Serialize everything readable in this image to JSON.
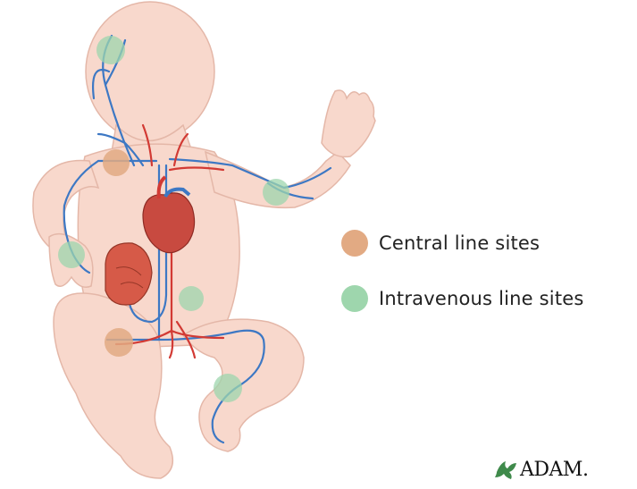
{
  "legend": {
    "items": [
      {
        "label": "Central line sites",
        "color": "#e2aa83"
      },
      {
        "label": "Intravenous line sites",
        "color": "#9ed6ad"
      }
    ]
  },
  "logo": {
    "text": "ADAM."
  },
  "colors": {
    "skin": "#f8d8cc",
    "skin_outline": "#e4b7a8",
    "vein": "#3d78c4",
    "artery": "#d23a34",
    "heart": "#c84a40",
    "lung": "#d65a48",
    "logo_green": "#3f8a4b"
  },
  "sites": {
    "central": [
      {
        "name": "neck-right"
      },
      {
        "name": "groin-right"
      }
    ],
    "intravenous": [
      {
        "name": "scalp"
      },
      {
        "name": "left-arm"
      },
      {
        "name": "right-hand"
      },
      {
        "name": "umbilicus"
      },
      {
        "name": "left-leg"
      }
    ]
  }
}
